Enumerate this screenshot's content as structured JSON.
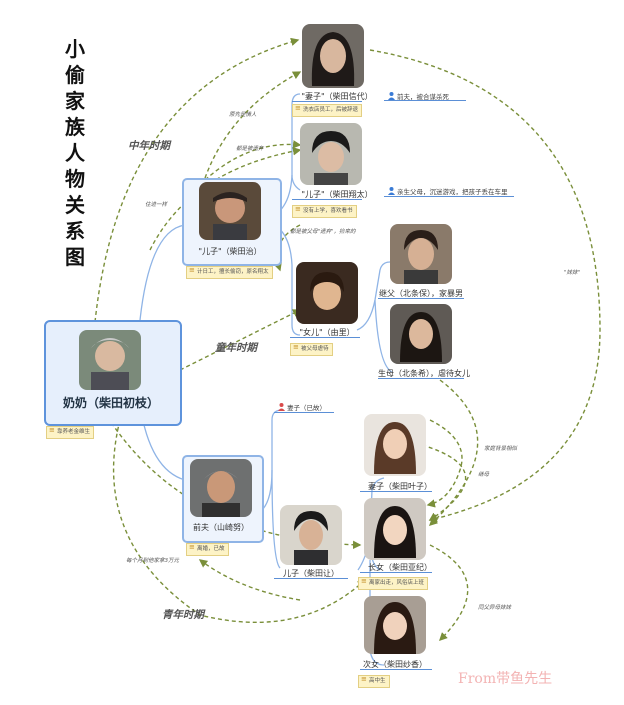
{
  "title": "小偷家族人物关系图",
  "eras": {
    "middle": "中年时期",
    "child": "童年时期",
    "youth": "青年时期"
  },
  "grandma": {
    "name": "奶奶（柴田初枝）",
    "note": "靠养老金维生"
  },
  "osamu": {
    "name": "\"儿子\"（柴田治）",
    "note": "计日工，擅长偷窃，原名翔太"
  },
  "wife": {
    "name": "\"妻子\"（柴田信代）",
    "note": "洗衣店员工，后被辞退",
    "tag": "前夫，被合谋杀死"
  },
  "son": {
    "name": "\"儿子\"（柴田翔太）",
    "note": "没有上学，喜欢看书",
    "tag": "亲生父母，沉迷游戏，把孩子丢在车里"
  },
  "daughter": {
    "name": "\"女儿\"（由里）",
    "note": "被父母虐待"
  },
  "stepfather": {
    "name": "继父（北条保），家暴男"
  },
  "mother": {
    "name": "生母（北条希），虐待女儿"
  },
  "exhusband": {
    "name": "前夫（山崎努）",
    "note": "离婚，已故"
  },
  "exwife": {
    "name": "妻子（已故）"
  },
  "sonYuzuru": {
    "name": "儿子（柴田让）"
  },
  "wifeYoko": {
    "name": "妻子（柴田叶子）"
  },
  "aki": {
    "name": "长女（柴田亚纪）",
    "note": "离家出走，风俗店上班"
  },
  "sayaka": {
    "name": "次女（柴田纱香）",
    "note": "高中生"
  },
  "edge_labels": {
    "lovers": "原先是情人",
    "abandoned_both": "都是被遗弃",
    "abandoned_parents": "都是被父母\"遗弃\"，捡来的",
    "live_together": "住进一样",
    "sister": "\"妹妹\"",
    "similar_bg": "家庭背景相似",
    "stepmother": "继母",
    "half_sister": "同父异母妹妹",
    "money": "每个月到他家拿3万元"
  },
  "watermark": "From带鱼先生",
  "colors": {
    "card_border": "#8fb4e6",
    "note_bg": "#fdf3c6",
    "link": "#7a8f3a",
    "tree": "#8fb4e6"
  },
  "icons": {
    "male": "person-blue-icon",
    "female": "person-red-icon",
    "note": "note-icon"
  }
}
